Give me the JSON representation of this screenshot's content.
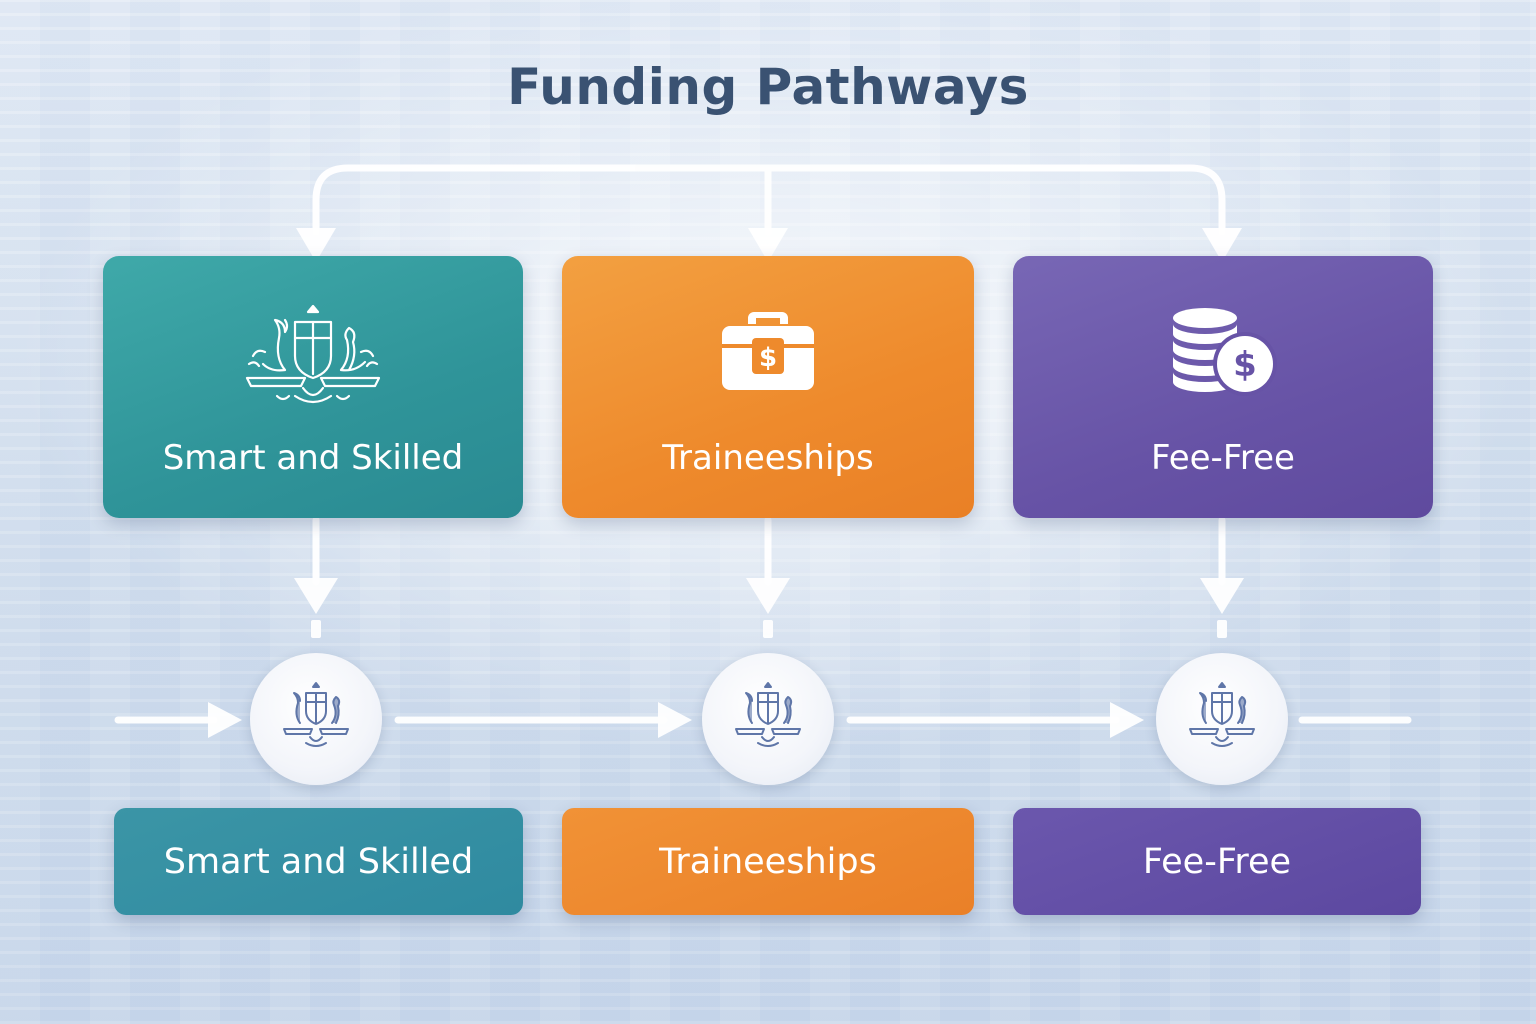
{
  "title": "Funding Pathways",
  "colors": {
    "smart_and_skilled": "#2f9499",
    "traineeships": "#ee8a2c",
    "fee_free": "#6753a6",
    "title": "#3a5272",
    "arrows": "#ffffff"
  },
  "top_cards": [
    {
      "label": "Smart and Skilled",
      "icon": "coat-of-arms-icon"
    },
    {
      "label": "Traineeships",
      "icon": "briefcase-dollar-icon"
    },
    {
      "label": "Fee-Free",
      "icon": "coins-dollar-icon"
    }
  ],
  "nodes": [
    {
      "icon": "coat-of-arms-icon"
    },
    {
      "icon": "coat-of-arms-icon"
    },
    {
      "icon": "coat-of-arms-icon"
    }
  ],
  "bottom_cards": [
    {
      "label": "Smart and Skilled"
    },
    {
      "label": "Traineeships"
    },
    {
      "label": "Fee-Free"
    }
  ]
}
